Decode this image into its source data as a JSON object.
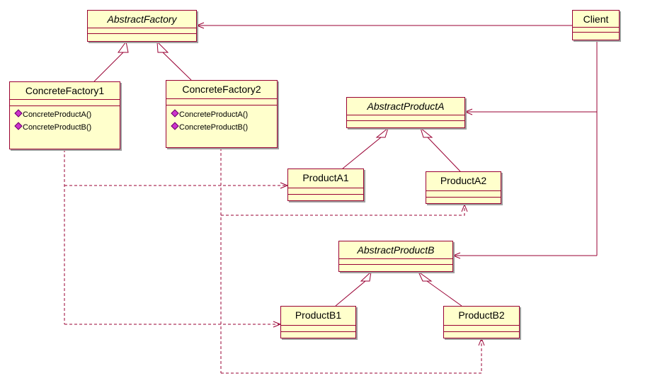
{
  "classes": {
    "abstract_factory": {
      "name": "AbstractFactory"
    },
    "client": {
      "name": "Client"
    },
    "concrete_factory1": {
      "name": "ConcreteFactory1",
      "ops": [
        "ConcreteProductA()",
        "ConcreteProductB()"
      ]
    },
    "concrete_factory2": {
      "name": "ConcreteFactory2",
      "ops": [
        "ConcreteProductA()",
        "ConcreteProductB()"
      ]
    },
    "abstract_product_a": {
      "name": "AbstractProductA"
    },
    "product_a1": {
      "name": "ProductA1"
    },
    "product_a2": {
      "name": "ProductA2"
    },
    "abstract_product_b": {
      "name": "AbstractProductB"
    },
    "product_b1": {
      "name": "ProductB1"
    },
    "product_b2": {
      "name": "ProductB2"
    }
  },
  "colors": {
    "line": "#990033",
    "fill": "#ffffcc",
    "operation_icon": "#cc33cc"
  }
}
